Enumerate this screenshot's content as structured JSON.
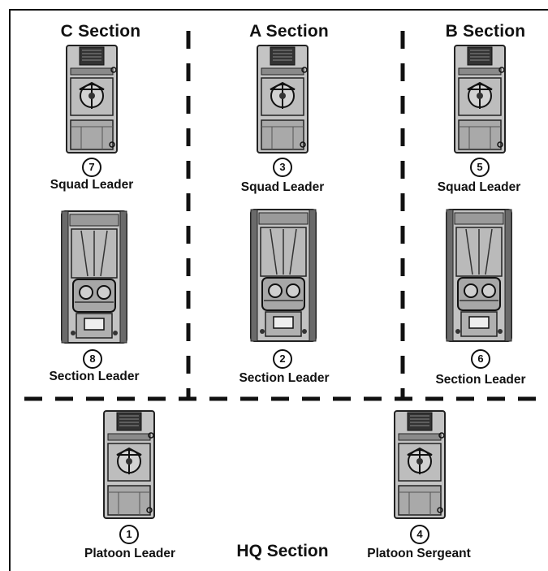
{
  "sections": {
    "c": {
      "title": "C Section"
    },
    "a": {
      "title": "A Section"
    },
    "b": {
      "title": "B Section"
    },
    "hq": {
      "title": "HQ Section"
    }
  },
  "vehicles": {
    "v7": {
      "number": "7",
      "role": "Squad Leader",
      "type": "light-vehicle"
    },
    "v3": {
      "number": "3",
      "role": "Squad Leader",
      "type": "light-vehicle"
    },
    "v5": {
      "number": "5",
      "role": "Squad Leader",
      "type": "light-vehicle"
    },
    "v8": {
      "number": "8",
      "role": "Section Leader",
      "type": "heavy-vehicle"
    },
    "v2": {
      "number": "2",
      "role": "Section Leader",
      "type": "heavy-vehicle"
    },
    "v6": {
      "number": "6",
      "role": "Section Leader",
      "type": "heavy-vehicle"
    },
    "v1": {
      "number": "1",
      "role": "Platoon Leader",
      "type": "light-vehicle"
    },
    "v4": {
      "number": "4",
      "role": "Platoon Sergeant",
      "type": "light-vehicle"
    }
  },
  "colors": {
    "line": "#111111",
    "vehicle_fill": "#b9b9b9",
    "vehicle_dark": "#3a3a3a"
  }
}
